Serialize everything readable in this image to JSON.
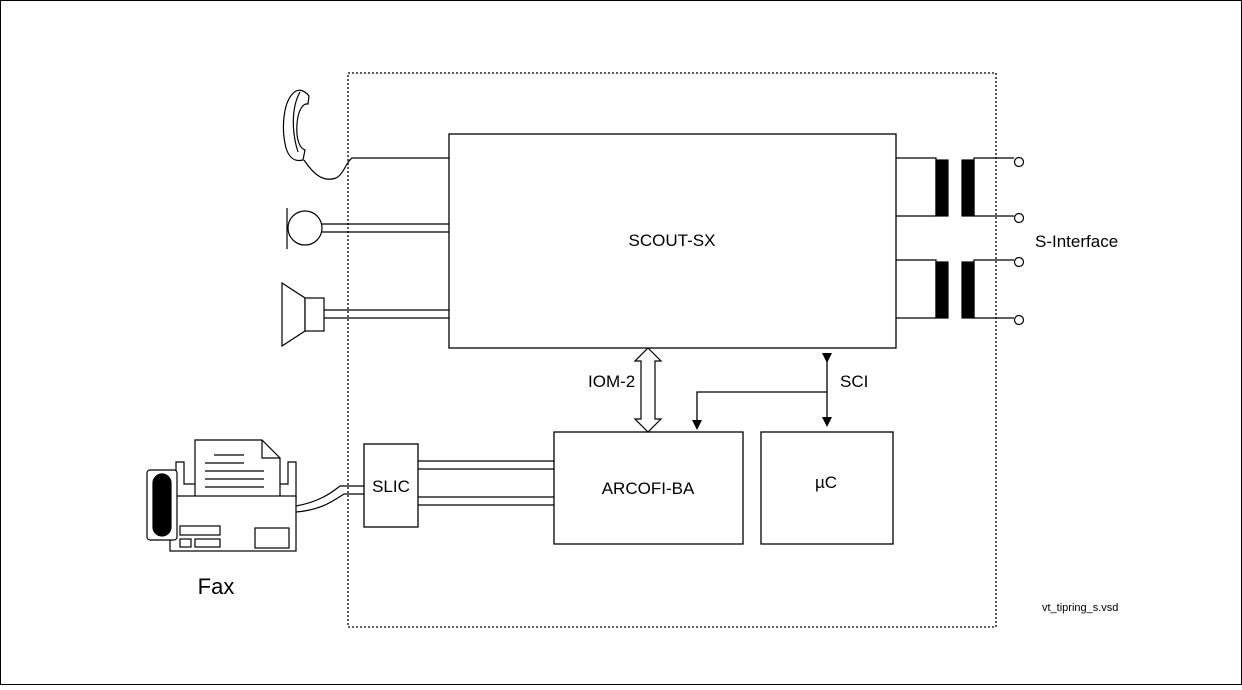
{
  "blocks": {
    "scout": "SCOUT-SX",
    "arcofi": "ARCOFI-BA",
    "uc": "µC",
    "slic": "SLIC"
  },
  "buses": {
    "iom": "IOM-2",
    "sci": "SCI"
  },
  "interface_label": "S-Interface",
  "fax_label": "Fax",
  "file_label": "vt_tipring_s.vsd",
  "icons": [
    "handset-icon",
    "microphone-icon",
    "loudspeaker-icon",
    "fax-machine-icon",
    "transformer-icon",
    "terminal-icon"
  ]
}
